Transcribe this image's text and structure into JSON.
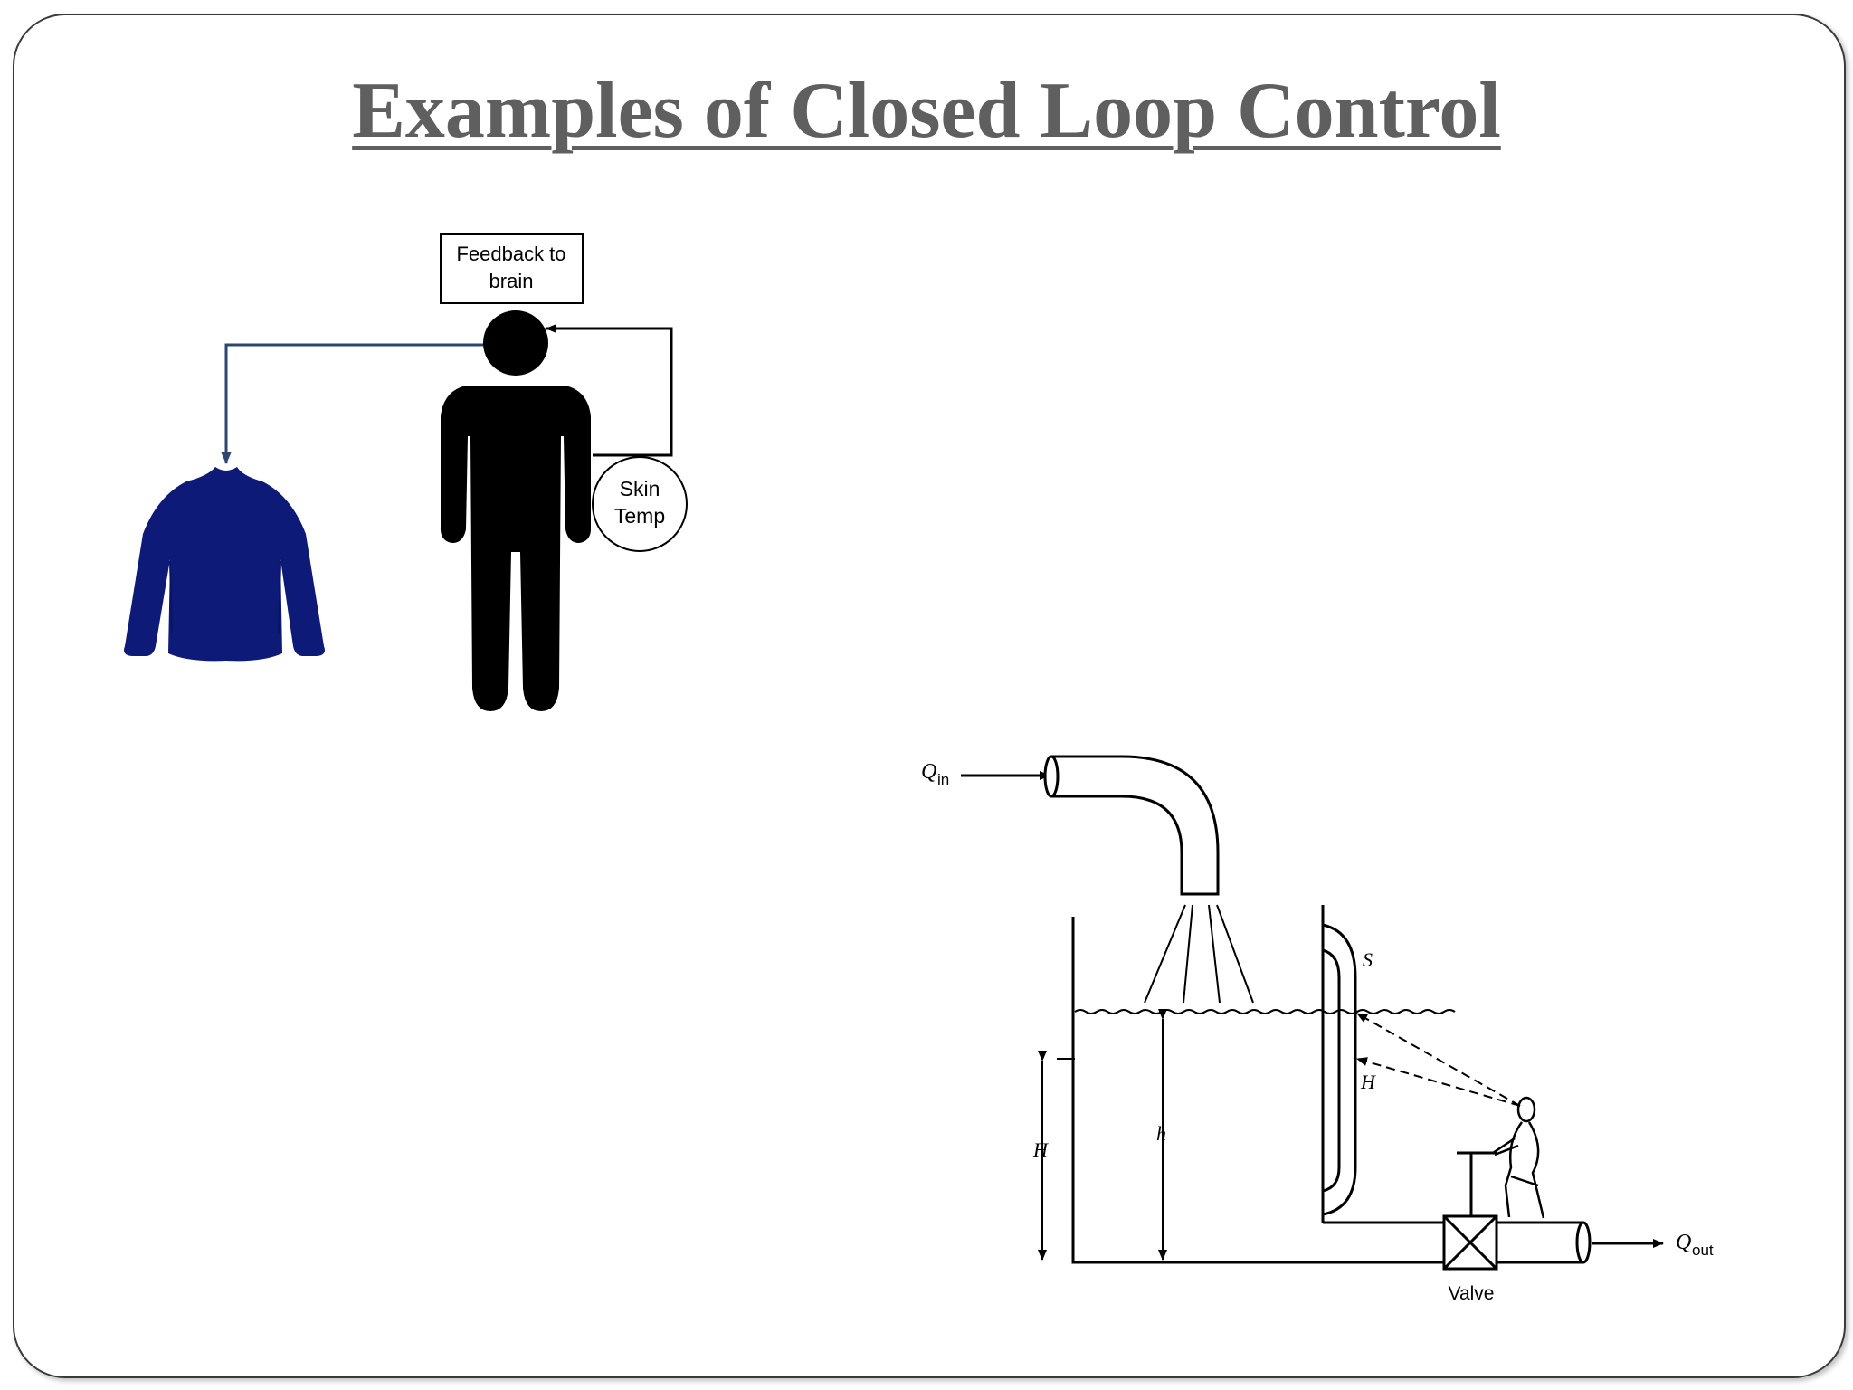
{
  "slide": {
    "title": "Examples of Closed Loop Control"
  },
  "body_example": {
    "feedback_label_line1": "Feedback to",
    "feedback_label_line2": "brain",
    "sensor_label_line1": "Skin",
    "sensor_label_line2": "Temp",
    "icons": [
      "person-silhouette-icon",
      "jacket-icon"
    ],
    "colors": {
      "jacket": "#0d1a78",
      "person": "#000000",
      "signal_line": "#2d4670"
    }
  },
  "tank_example": {
    "q_in_symbol": "Q",
    "q_in_subscript": "in",
    "q_out_symbol": "Q",
    "q_out_subscript": "out",
    "sight_glass_label": "S",
    "operator_reading_label": "H",
    "setpoint_label": "H",
    "level_label": "h",
    "valve_label": "Valve"
  }
}
